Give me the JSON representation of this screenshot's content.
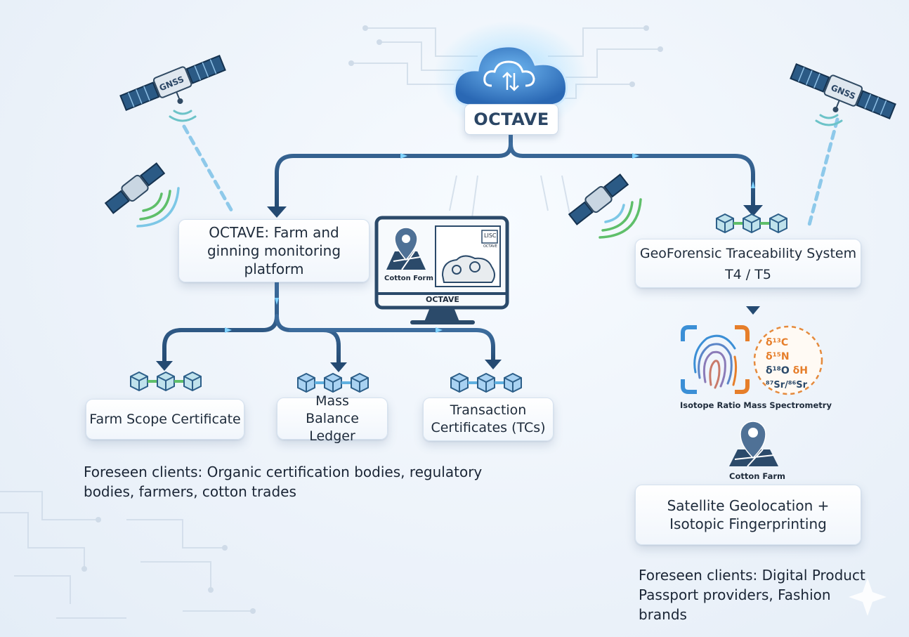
{
  "cloud": {
    "title": "OCTAVE"
  },
  "satellites": {
    "gnss_left": "GNSS",
    "gnss_right": "GNSS"
  },
  "platform": {
    "title": "OCTAVE: Farm and ginning monitoring platform"
  },
  "monitor": {
    "map_caption": "Cotton Form",
    "stamp": "LISC",
    "stamp_sub": "OCTAVE",
    "screen_label": "OCTAVE"
  },
  "left_outputs": [
    {
      "label": "Farm Scope Certificate"
    },
    {
      "label": "Mass Balance Ledger"
    },
    {
      "label": "Transaction Certificates (TCs)"
    }
  ],
  "left_clients": "Foreseen clients: Organic certification bodies, regulatory bodies, farmers, cotton trades",
  "geoforensic": {
    "line1": "GeoForensic Traceability System",
    "line2": "T4 / T5"
  },
  "isotopes": {
    "caption": "Isotope Ratio Mass Spectrometry",
    "symbols": [
      "δ¹³C",
      "δ¹⁵N",
      "δ¹⁸O",
      "δH",
      "⁸⁷Sr/⁸⁶Sr"
    ]
  },
  "farm": {
    "caption": "Cotton Farm"
  },
  "geolocation": {
    "title": "Satellite Geolocation + Isotopic Fingerprinting"
  },
  "right_clients": "Foreseen clients: Digital Product Passport providers, Fashion brands",
  "colors": {
    "flow": "#2f5a86",
    "node": "#5fb0e0",
    "accent_orange": "#e67e2a",
    "accent_green": "#5fbf6a",
    "glow": "#6ec3ff"
  }
}
